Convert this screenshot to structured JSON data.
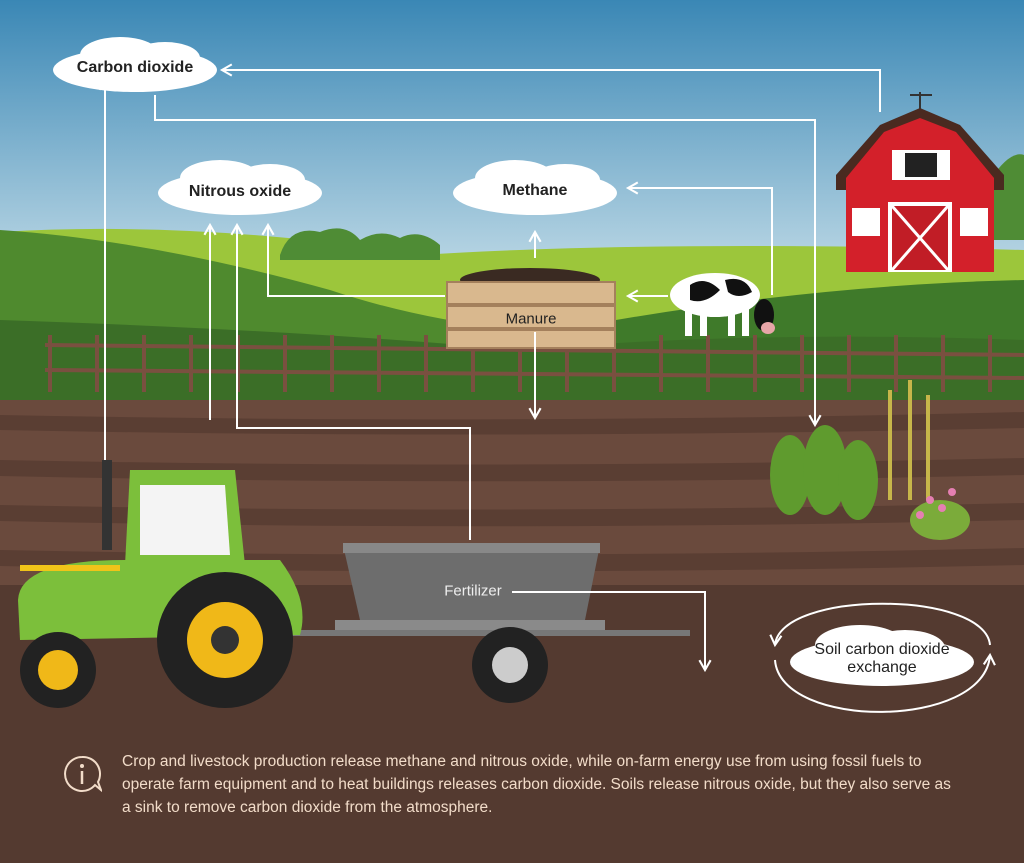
{
  "labels": {
    "carbon_dioxide": "Carbon dioxide",
    "nitrous_oxide": "Nitrous oxide",
    "methane": "Methane",
    "manure": "Manure",
    "fertilizer": "Fertilizer",
    "soil_exchange": "Soil carbon dioxide exchange"
  },
  "info": {
    "icon": "info-speech-bubble-icon",
    "text": "Crop and livestock production release methane and nitrous oxide, while on-farm energy use from using fossil fuels to operate farm equipment and to heat buildings releases carbon dioxide. Soils release nitrous oxide, but they also serve as a sink to remove carbon dioxide from the atmosphere."
  },
  "colors": {
    "sky_top": "#3a87b5",
    "sky_bottom": "#c9e0ea",
    "grass": "#5e9b35",
    "soil": "#6a4a3d",
    "deep_soil": "#543a30",
    "barn": "#d3202a",
    "tractor": "#7cbf3b",
    "arrow": "#ffffff"
  }
}
